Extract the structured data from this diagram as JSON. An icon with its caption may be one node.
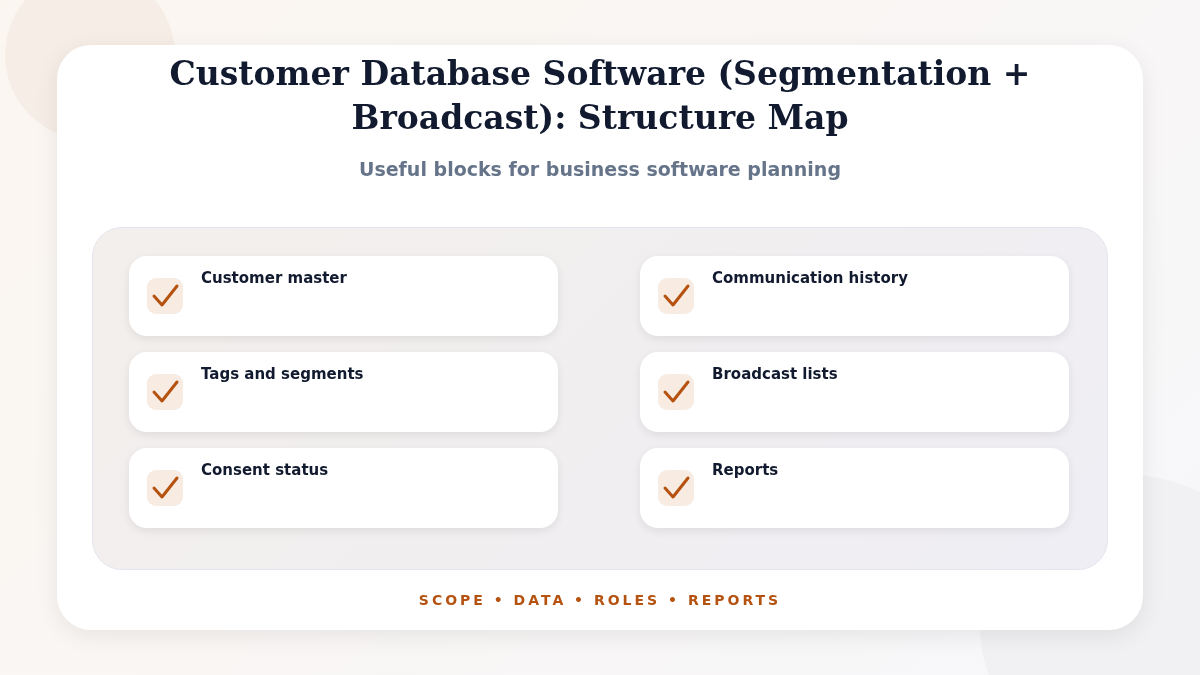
{
  "diagram": {
    "title": "Customer Database Software (Segmentation + Broadcast): Structure Map",
    "nodes": [
      {
        "text": [],
        "shape": "box"
      },
      {
        "text": [
          "Customer master"
        ],
        "in": 0
      },
      {
        "text": [
          "Communication history"
        ],
        "in": 0
      },
      {
        "text": [
          "Tags and segments"
        ],
        "in": 0
      },
      {
        "text": [
          "Broadcast lists"
        ],
        "in": 0
      },
      {
        "text": [
          "Consent status"
        ],
        "in": 0
      },
      {
        "text": [
          "Reports"
        ],
        "in": 0
      }
    ],
    "labels": [
      "Useful blocks for business software planning",
      "SCOPE • DATA • ROLES • REPORTS"
    ]
  }
}
